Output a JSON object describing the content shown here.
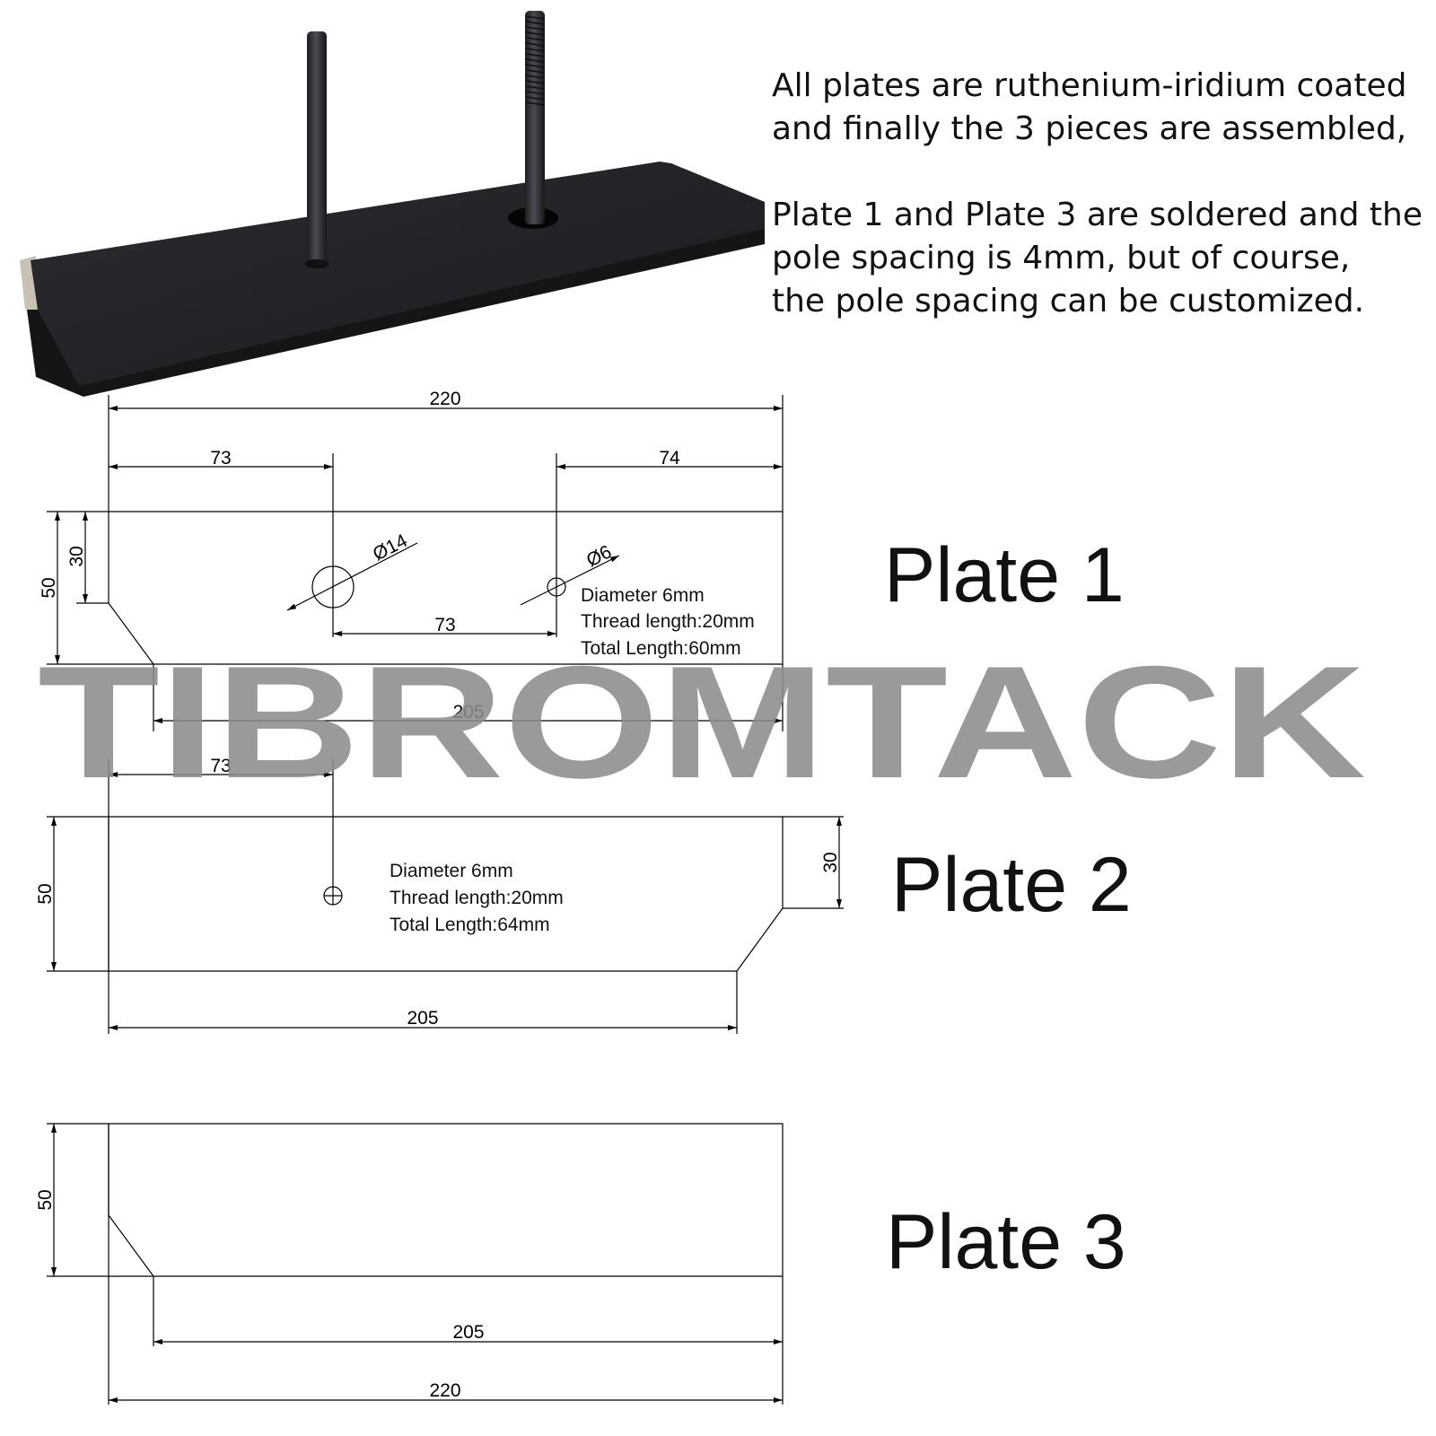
{
  "description": {
    "paragraph_1": "All plates are ruthenium-iridium coated\nand finally the 3 pieces are assembled,",
    "paragraph_2": "Plate 1 and Plate 3 are soldered and the\npole spacing is 4mm, but of course,\nthe pole spacing can be customized."
  },
  "watermark": "TIBROMTACK",
  "plate_1": {
    "title": "Plate 1",
    "dim_total_length": "220",
    "dim_left_offset": "73",
    "dim_right_offset": "74",
    "dim_height": "50",
    "dim_cut_height": "30",
    "dim_large_hole": "Ø14",
    "dim_small_hole": "Ø6",
    "dim_hole_spacing": "73",
    "dim_bottom_length": "205",
    "note": [
      "Diameter 6mm",
      "Thread length:20mm",
      "Total Length:60mm"
    ]
  },
  "plate_2": {
    "title": "Plate 2",
    "dim_left_offset": "73",
    "dim_height": "50",
    "dim_cut_height": "30",
    "dim_bottom_length": "205",
    "note": [
      "Diameter 6mm",
      "Thread length:20mm",
      "Total Length:64mm"
    ]
  },
  "plate_3": {
    "title": "Plate 3",
    "dim_height": "50",
    "dim_bottom_length": "205",
    "dim_total_length": "220"
  }
}
